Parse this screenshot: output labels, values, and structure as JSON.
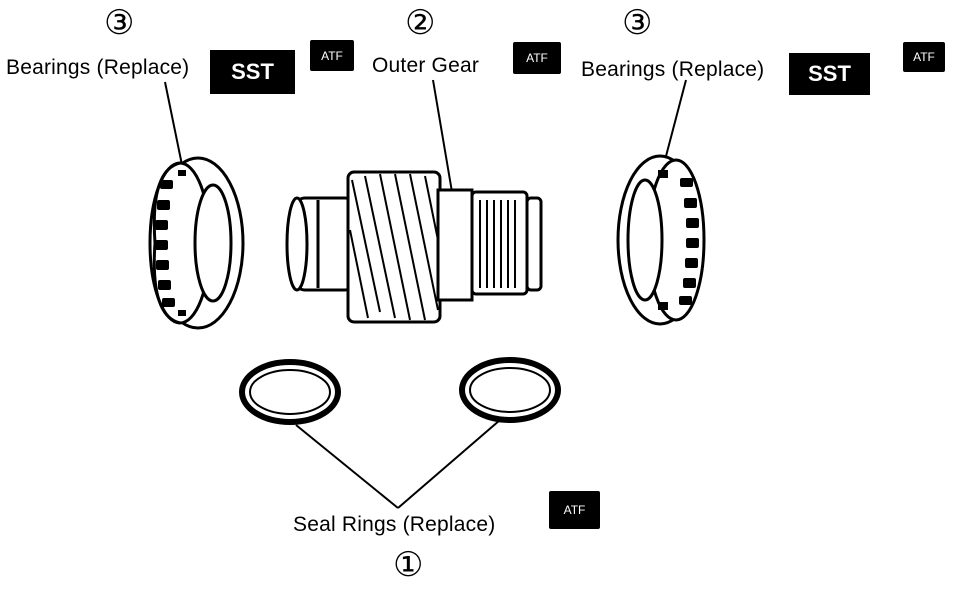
{
  "labels": {
    "bearings_left": "Bearings (Replace)",
    "bearings_right": "Bearings (Replace)",
    "outer_gear": "Outer Gear",
    "seal_rings": "Seal Rings (Replace)"
  },
  "numbers": {
    "bearings_left": "③",
    "outer_gear": "②",
    "bearings_right": "③",
    "seal_rings": "①"
  },
  "badges": {
    "sst_left": "SST",
    "sst_right": "SST",
    "atf_1": "ATF",
    "atf_2": "ATF",
    "atf_3": "ATF",
    "atf_4": "ATF"
  },
  "colors": {
    "ink": "#000000",
    "paper": "#ffffff"
  }
}
